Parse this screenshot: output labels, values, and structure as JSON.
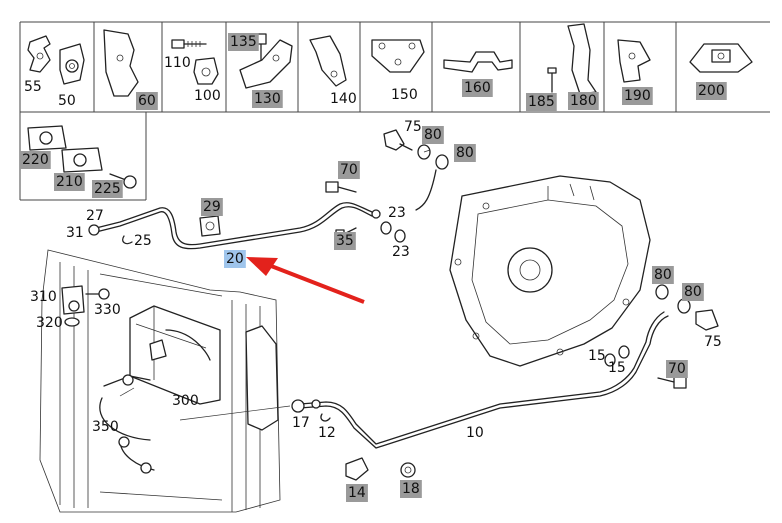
{
  "header_row": [
    {
      "id": "55",
      "highlight": "none"
    },
    {
      "id": "50",
      "highlight": "none"
    },
    {
      "id": "60",
      "highlight": "grey"
    },
    {
      "id": "110",
      "highlight": "none"
    },
    {
      "id": "100",
      "highlight": "none"
    },
    {
      "id": "135",
      "highlight": "grey"
    },
    {
      "id": "130",
      "highlight": "grey"
    },
    {
      "id": "140",
      "highlight": "none"
    },
    {
      "id": "150",
      "highlight": "none"
    },
    {
      "id": "160",
      "highlight": "grey"
    },
    {
      "id": "185",
      "highlight": "grey"
    },
    {
      "id": "180",
      "highlight": "grey"
    },
    {
      "id": "190",
      "highlight": "grey"
    },
    {
      "id": "200",
      "highlight": "grey"
    }
  ],
  "second_row": [
    {
      "id": "220",
      "highlight": "grey"
    },
    {
      "id": "210",
      "highlight": "grey"
    },
    {
      "id": "225",
      "highlight": "grey"
    }
  ],
  "callouts": [
    {
      "id": "75",
      "highlight": "none"
    },
    {
      "id": "80",
      "highlight": "grey"
    },
    {
      "id": "80",
      "highlight": "grey"
    },
    {
      "id": "70",
      "highlight": "grey"
    },
    {
      "id": "29",
      "highlight": "grey"
    },
    {
      "id": "27",
      "highlight": "none"
    },
    {
      "id": "31",
      "highlight": "none"
    },
    {
      "id": "25",
      "highlight": "none"
    },
    {
      "id": "23",
      "highlight": "none"
    },
    {
      "id": "35",
      "highlight": "grey"
    },
    {
      "id": "23",
      "highlight": "none"
    },
    {
      "id": "20",
      "highlight": "blue"
    },
    {
      "id": "310",
      "highlight": "none"
    },
    {
      "id": "330",
      "highlight": "none"
    },
    {
      "id": "320",
      "highlight": "none"
    },
    {
      "id": "300",
      "highlight": "none"
    },
    {
      "id": "350",
      "highlight": "none"
    },
    {
      "id": "80",
      "highlight": "grey"
    },
    {
      "id": "80",
      "highlight": "grey"
    },
    {
      "id": "75",
      "highlight": "none"
    },
    {
      "id": "15",
      "highlight": "none"
    },
    {
      "id": "15",
      "highlight": "none"
    },
    {
      "id": "70",
      "highlight": "grey"
    },
    {
      "id": "17",
      "highlight": "none"
    },
    {
      "id": "12",
      "highlight": "none"
    },
    {
      "id": "10",
      "highlight": "none"
    },
    {
      "id": "14",
      "highlight": "grey"
    },
    {
      "id": "18",
      "highlight": "grey"
    }
  ],
  "colors": {
    "grey_highlight": "#9a9a9a",
    "blue_highlight": "#9fc5ec",
    "arrow": "#e3221c",
    "line": "#222222"
  }
}
